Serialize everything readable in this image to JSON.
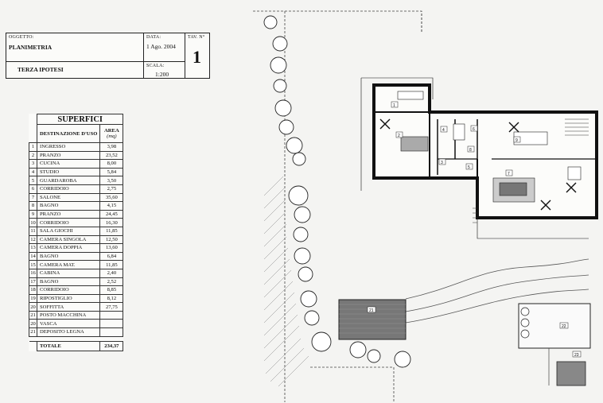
{
  "title_block": {
    "oggetto_label": "OGGETTO:",
    "oggetto_value": "PLANIMETRIA",
    "ipotesi": "TERZA IPOTESI",
    "data_label": "DATA:",
    "data_value": "1 Ago. 2004",
    "scala_label": "SCALA:",
    "scala_value": "1:200",
    "tav_label": "TAV. N°",
    "tav_value": "1"
  },
  "superfici": {
    "title": "SUPERFICI",
    "col_destinazione": "DESTINAZIONE D'USO",
    "col_area": "AREA",
    "col_area_unit": "(mq)",
    "rows": [
      {
        "n": "1",
        "name": "INGRESSO",
        "area": "3,98"
      },
      {
        "n": "2",
        "name": "PRANZO",
        "area": "23,52"
      },
      {
        "n": "3",
        "name": "CUCINA",
        "area": "8,00"
      },
      {
        "n": "4",
        "name": "STUDIO",
        "area": "5,84"
      },
      {
        "n": "5",
        "name": "GUARDAROBA",
        "area": "3,50"
      },
      {
        "n": "6",
        "name": "CORRIDOIO",
        "area": "2,75"
      },
      {
        "n": "7",
        "name": "SALONE",
        "area": "35,60"
      },
      {
        "n": "8",
        "name": "BAGNO",
        "area": "4,15"
      },
      {
        "n": "9",
        "name": "PRANZO",
        "area": "24,45"
      },
      {
        "n": "10",
        "name": "CORRIDOIO",
        "area": "16,30"
      },
      {
        "n": "11",
        "name": "SALA GIOCHI",
        "area": "11,85"
      },
      {
        "n": "12",
        "name": "CAMERA SINGOLA",
        "area": "12,50"
      },
      {
        "n": "13",
        "name": "CAMERA DOPPIA",
        "area": "13,60"
      },
      {
        "n": "14",
        "name": "BAGNO",
        "area": "6,84"
      },
      {
        "n": "15",
        "name": "CAMERA MAT.",
        "area": "11,85"
      },
      {
        "n": "16",
        "name": "CABINA",
        "area": "2,40"
      },
      {
        "n": "17",
        "name": "BAGNO",
        "area": "2,52"
      },
      {
        "n": "18",
        "name": "CORRIDOIO",
        "area": "8,85"
      },
      {
        "n": "19",
        "name": "RIPOSTIGLIO",
        "area": "8,12"
      },
      {
        "n": "20",
        "name": "SOFFITTA",
        "area": "27,75"
      },
      {
        "n": "21",
        "name": "POSTO MACCHINA",
        "area": ""
      },
      {
        "n": "20",
        "name": "VASCA",
        "area": ""
      },
      {
        "n": "21",
        "name": "DEPOSITO LEGNA",
        "area": ""
      }
    ],
    "total_label": "TOTALE",
    "total_value": "234,37"
  },
  "plan": {
    "room_labels": [
      "1",
      "2",
      "3",
      "4",
      "5",
      "6",
      "7",
      "8",
      "9",
      "21",
      "22",
      "23"
    ]
  }
}
